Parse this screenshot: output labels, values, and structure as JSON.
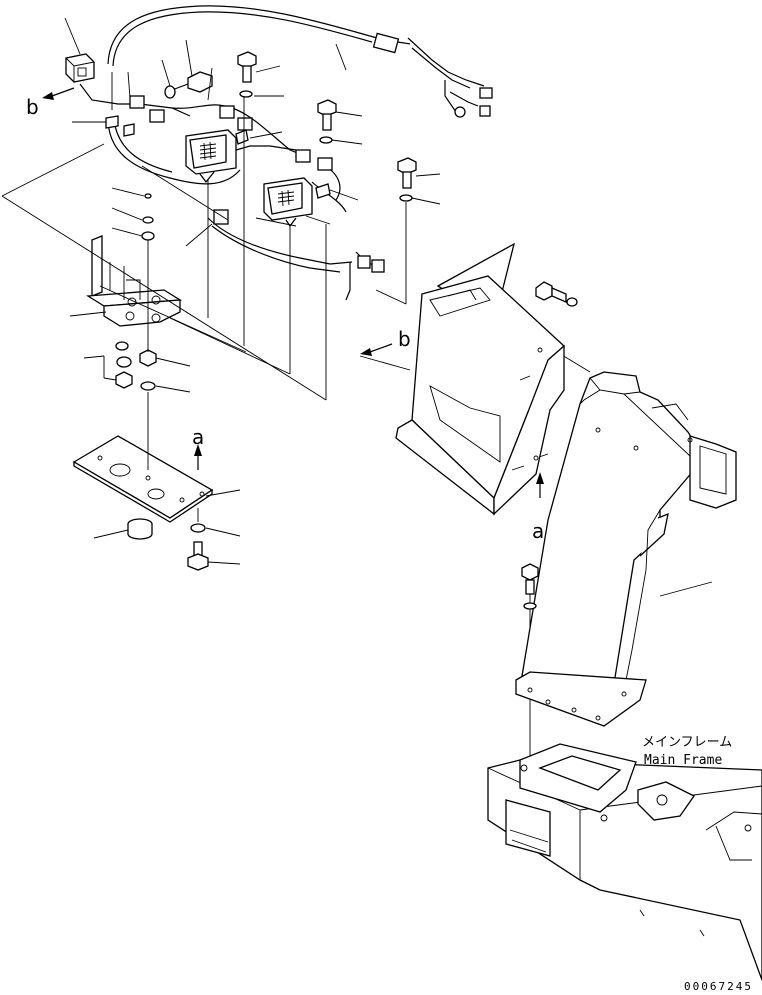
{
  "labels": {
    "ref_a_top": "a",
    "ref_a_bottom": "a",
    "ref_b_left": "b",
    "ref_b_right": "b"
  },
  "main_frame": {
    "jp": "メインフレーム",
    "en": "Main Frame"
  },
  "drawing_code": "00067245"
}
